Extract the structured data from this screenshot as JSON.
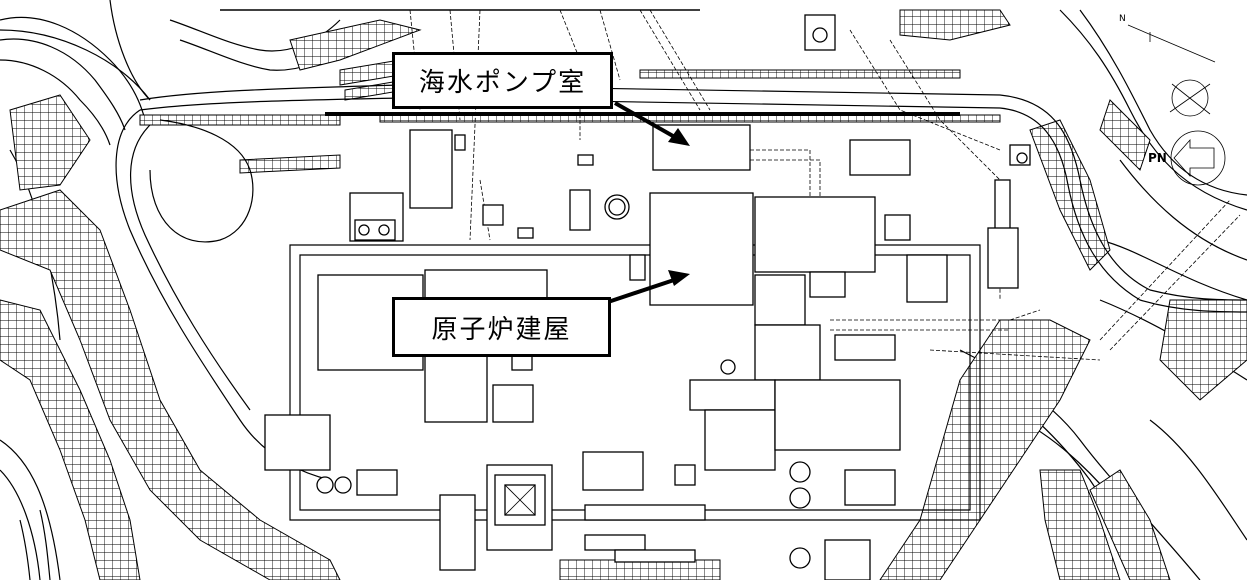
{
  "labels": {
    "seawater_pump_room": "海水ポンプ室",
    "reactor_building": "原子炉建屋"
  },
  "north_arrow": {
    "n_label": "N",
    "pn_label": "PN"
  },
  "colors": {
    "line": "#000000",
    "background": "#ffffff"
  },
  "icons": [
    "north-arrow-icon",
    "plant-north-arrow-icon"
  ]
}
